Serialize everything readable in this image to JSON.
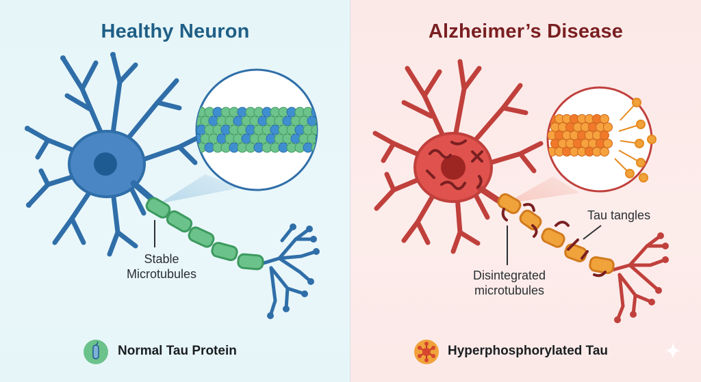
{
  "left_panel": {
    "title": "Healthy Neuron",
    "label_line1": "Stable",
    "label_line2": "Microtubules",
    "legend": "Normal Tau Protein",
    "colors": {
      "neuron": "#4a86c4",
      "microtubule": "#6bc28a",
      "background": "#e6f5f8",
      "title": "#1f5f86"
    }
  },
  "right_panel": {
    "title": "Alzheimer’s Disease",
    "label_line1": "Disintegrated",
    "label_line2": "microtubules",
    "tangles_label": "Tau tangles",
    "legend": "Hyperphosphorylated Tau",
    "colors": {
      "neuron": "#d9534f",
      "microtubule": "#f0a23b",
      "background": "#fbe9e8",
      "title": "#7a1f21"
    }
  },
  "icons": {
    "normal_tau": "tau-protein-icon",
    "hyper_tau": "phosphorylated-tau-icon",
    "sparkle": "sparkle-icon"
  }
}
